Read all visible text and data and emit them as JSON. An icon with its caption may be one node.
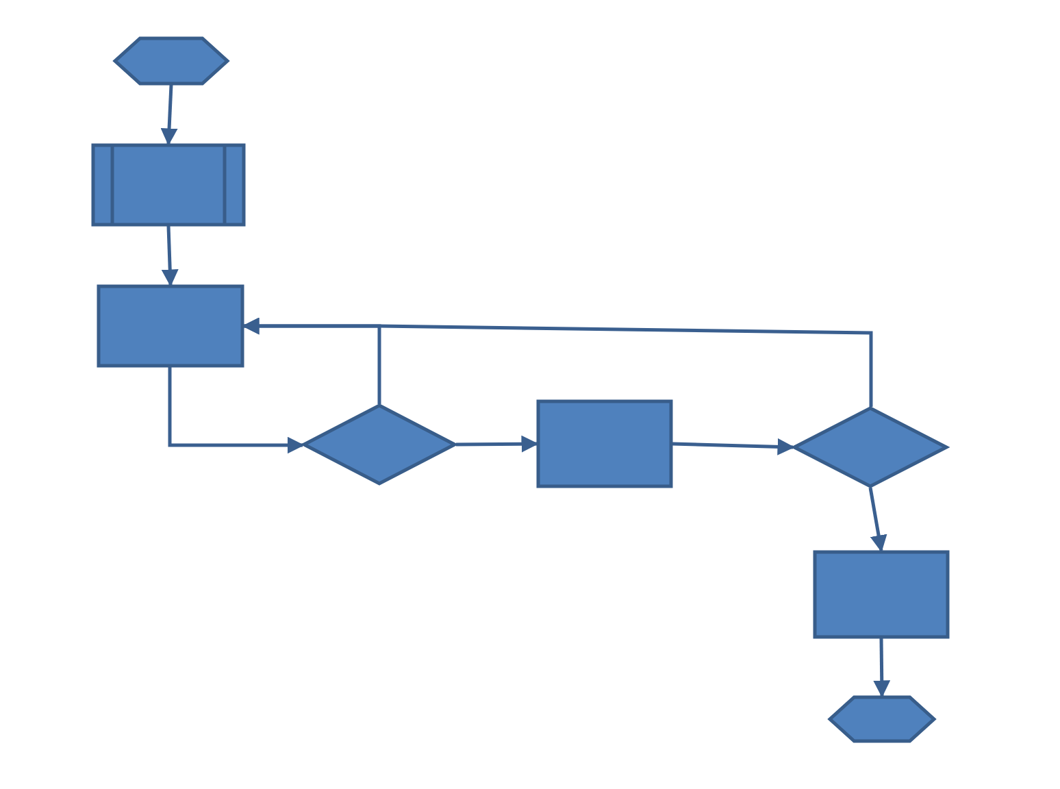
{
  "diagram": {
    "nodes": [
      {
        "text": [],
        "shape": "hexagon"
      },
      {
        "text": [],
        "shape": "box"
      },
      {
        "text": [],
        "shape": "box"
      },
      {
        "text": [],
        "shape": "diamond"
      },
      {
        "text": [],
        "shape": "box"
      },
      {
        "text": [],
        "shape": "diamond"
      },
      {
        "text": [],
        "shape": "box"
      },
      {
        "text": [],
        "shape": "hexagon"
      }
    ],
    "edges": [
      {
        "from": 0,
        "to": 1,
        "arrow": "to"
      },
      {
        "from": 1,
        "to": 2,
        "arrow": "to"
      },
      {
        "from": 2,
        "to": 3,
        "arrow": "to"
      },
      {
        "from": 3,
        "to": 4,
        "arrow": "to"
      },
      {
        "from": 4,
        "to": 5,
        "arrow": "to"
      },
      {
        "from": 5,
        "to": 6,
        "arrow": "to"
      },
      {
        "from": 6,
        "to": 7,
        "arrow": "to"
      },
      {
        "from": 3,
        "to": 2,
        "arrow": "to"
      },
      {
        "from": 5,
        "to": 2,
        "arrow": "to"
      }
    ]
  }
}
